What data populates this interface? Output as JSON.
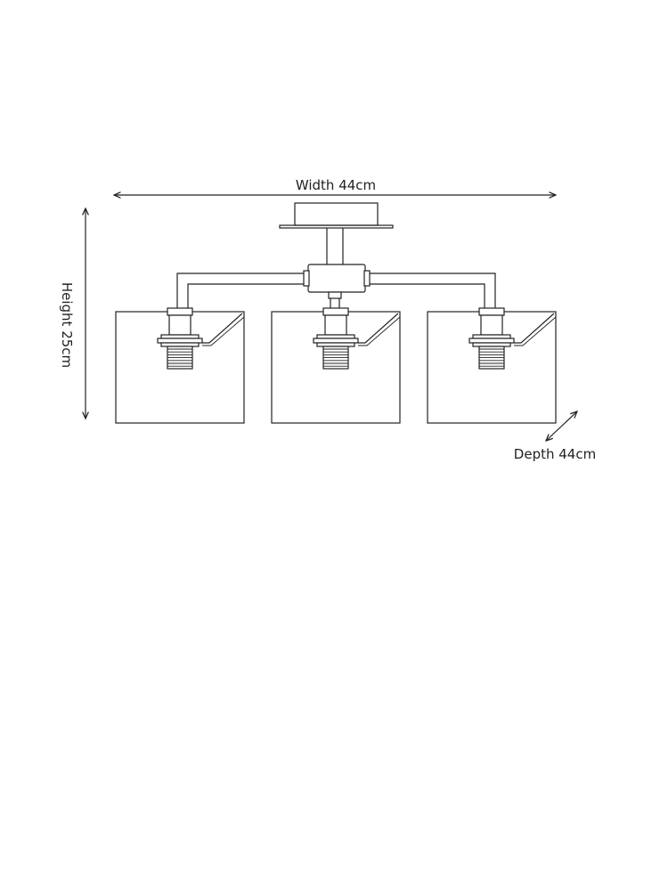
{
  "dimensions": {
    "width_label": "Width 44cm",
    "height_label": "Height 25cm",
    "depth_label": "Depth 44cm"
  },
  "fixture": {
    "shade_count": 3
  },
  "colors": {
    "line": "#222222",
    "background": "#ffffff"
  }
}
